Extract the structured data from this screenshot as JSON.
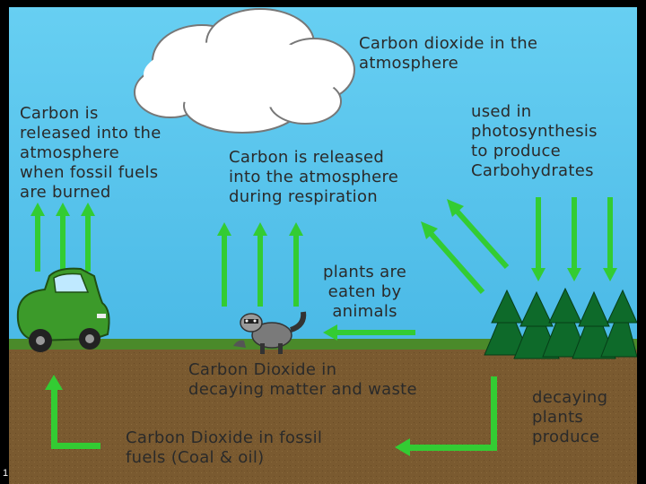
{
  "labels": {
    "co2_atmosphere": "Carbon dioxide in the\natmosphere",
    "fossil_burned": "Carbon is\nreleased into the\natmosphere\nwhen fossil fuels\nare burned",
    "respiration": "Carbon is released\ninto the atmosphere\nduring respiration",
    "photosynthesis": "used in\nphotosynthesis\nto produce\nCarbohydrates",
    "plants_eaten": "plants are\neaten by\nanimals",
    "co2_decaying": "Carbon Dioxide in\ndecaying matter and waste",
    "decaying_plants": "decaying\nplants\nproduce",
    "co2_fossil": "Carbon Dioxide in fossil\nfuels (Coal & oil)"
  },
  "slide_number": "1",
  "colors": {
    "sky": "#5bc8ee",
    "arrow": "#33cc33",
    "ground": "#7a5a30",
    "tree": "#0e6a2a",
    "car": "#3c9a2a",
    "cloud": "#ffffff"
  },
  "icons": {
    "cloud": "cloud-icon",
    "car": "car-icon",
    "raccoon": "raccoon-icon",
    "trees": "pine-trees-icon"
  }
}
